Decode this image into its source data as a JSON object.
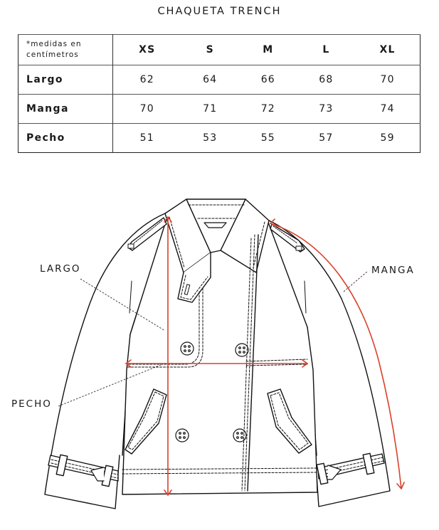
{
  "title": "CHAQUETA TRENCH",
  "table": {
    "note": "*medidas en centímetros",
    "note_line1": "*medidas en",
    "note_line2": "centímetros",
    "sizes": [
      "XS",
      "S",
      "M",
      "L",
      "XL"
    ],
    "rows": [
      {
        "label": "Largo",
        "values": [
          "62",
          "64",
          "66",
          "68",
          "70"
        ]
      },
      {
        "label": "Manga",
        "values": [
          "70",
          "71",
          "72",
          "73",
          "74"
        ]
      },
      {
        "label": "Pecho",
        "values": [
          "51",
          "53",
          "55",
          "57",
          "59"
        ]
      }
    ]
  },
  "diagram": {
    "callouts": {
      "largo": "LARGO",
      "manga": "MANGA",
      "pecho": "PECHO"
    },
    "measure_color": "#d9412b",
    "line_color": "#111111"
  }
}
